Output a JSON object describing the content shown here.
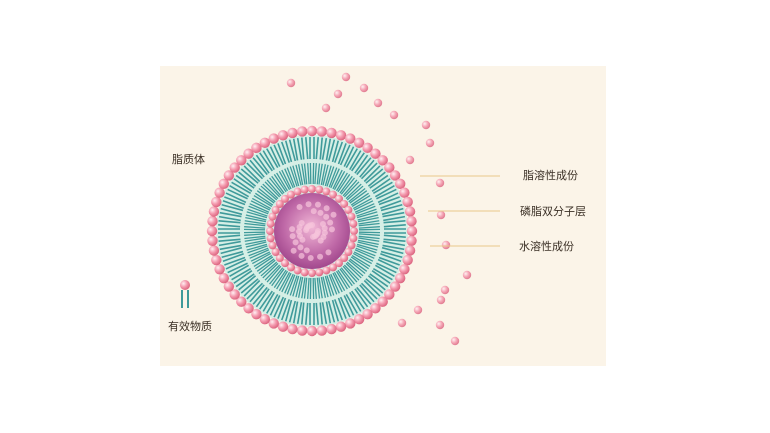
{
  "labels": {
    "liposome": "脂质体",
    "fat_soluble": "脂溶性成份",
    "bilayer": "磷脂双分子层",
    "water_soluble": "水溶性成份",
    "active_substance": "有效物质"
  },
  "colors": {
    "background": "#fbf4e8",
    "head": "#f08aa0",
    "tail": "#3f9a9a",
    "core": "#b85a9a",
    "leader": "#e8c98a"
  }
}
